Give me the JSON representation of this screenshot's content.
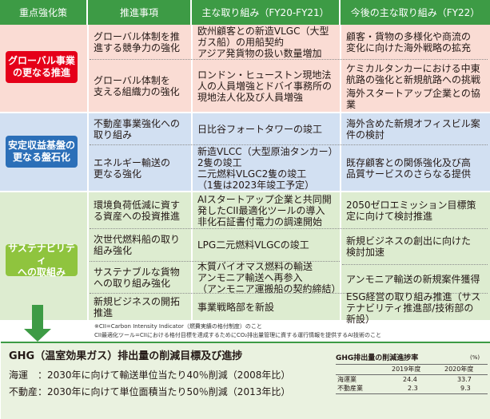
{
  "header": {
    "col1": "重点強化策",
    "col2": "推進事項",
    "col3": "主な取り組み（FY20-FY21）",
    "col4": "今後の主な取り組み（FY22）"
  },
  "sections": [
    {
      "category": "グローバル事業\nの更なる推進",
      "rows": [
        {
          "item": "グローバル体制を推\n進する競争力の強化",
          "actions": "欧州顧客との新造VLGC（大型\nガス船）の用船契約\nアジア発貨物の扱い数量増加",
          "future": "顧客・貨物の多様化や商流の\n変化に向けた海外戦略の拡充"
        },
        {
          "item": "グローバル体制を\n支える組織力の強化",
          "actions": "ロンドン・ヒューストン現地法\n人の人員増強とドバイ事務所の\n現地法人化及び人員増強",
          "future": "ケミカルタンカーにおける中東\n航路の強化と新規航路への挑戦"
        }
      ],
      "extra_future": "海外スタートアップ企業との協\n業"
    },
    {
      "category": "安定収益基盤の\n更なる盤石化",
      "rows": [
        {
          "item": "不動産事業強化への\n取り組み",
          "actions": "日比谷フォートタワーの竣工",
          "future": "海外含めた新規オフィスビル案\n件の検討"
        },
        {
          "item": "エネルギー輸送の\n更なる強化",
          "actions": "新造VLCC（大型原油タンカー）\n2隻の竣工\n二元燃料VLGC2隻の竣工\n（1隻は2023年竣工予定）",
          "future": "既存顧客との関係強化及び高\n品質サービスのさらなる提供"
        }
      ]
    },
    {
      "category": "サステナビリティ\nへの取組み",
      "rows": [
        {
          "item": "環境負荷低減に資す\nる資産への投資推進",
          "actions": "AIスタートアップ企業と共同開\n発したCII最適化ツールの導入\n非化石証書付電力の調達開始",
          "future": "2050ゼロエミッション目標策\n定に向けて検討推進"
        },
        {
          "item": "次世代燃料船の取り\n組み強化",
          "actions": "LPG二元燃料VLGCの竣工",
          "future": "新規ビジネスの創出に向けた\n検討加速"
        },
        {
          "item": "サステナブルな貨物\nへの取り組み強化",
          "actions": "木質バイオマス燃料の輸送\nアンモニア輸送へ再参入\n（アンモニア運搬船の契約締結）",
          "future": "アンモニア輸送の新規案件獲得"
        },
        {
          "item": "新規ビジネスの開拓\n推進",
          "actions": "事業戦略部を新設",
          "future": "ESG経営の取り組み推進（サス\nテナビリティ推進部/技術部の\n新設）"
        }
      ]
    }
  ],
  "notes": {
    "line1": "※CII=Carbon Intensity Indicator（燃費実績の格付制度）のこと",
    "line2": "CII最適化ツール=CIIにおける格付目標を達成するためにCO₂排出量管理に資する運行情報を提供するAI技術のこと"
  },
  "ghg": {
    "title": "GHG（温室効果ガス）排出量の削減目標及び進捗",
    "line1": "海運　：2030年に向けて輸送単位当たり40％削減（2008年比）",
    "line2": "不動産：2030年に向けて単位面積当たり50％削減（2013年比）",
    "table": {
      "title": "GHG排出量の削減進捗率",
      "unit": "(%)",
      "columns": [
        "",
        "2019年度",
        "2020年度"
      ],
      "rows": [
        {
          "label": "海運業",
          "y2019": "24.4",
          "y2020": "33.7"
        },
        {
          "label": "不動産業",
          "y2019": "2.3",
          "y2020": "9.3"
        }
      ]
    }
  },
  "colors": {
    "header_green": "#3d9b45",
    "category_red": "#e50019",
    "category_blue": "#2b6fb8",
    "category_green": "#8fc43e",
    "band_red": "#fadcd4",
    "band_blue": "#d2e0f2",
    "band_green": "#ddecd0"
  }
}
